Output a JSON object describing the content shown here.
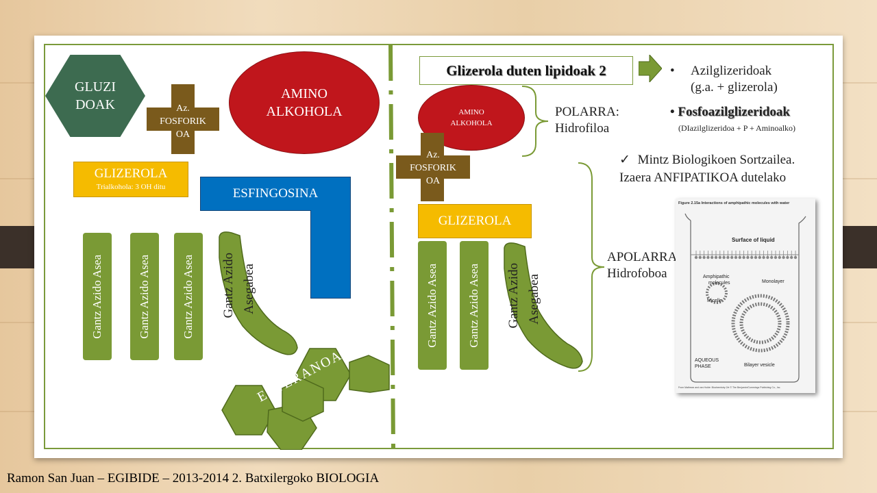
{
  "left": {
    "gluzidoak_l1": "GLUZI",
    "gluzidoak_l2": "DOAK",
    "az_fosforikoa_l1": "Az.",
    "az_fosforikoa_l2": "FOSFORIK",
    "az_fosforikoa_l3": "OA",
    "amino_alkohola_l1": "AMINO",
    "amino_alkohola_l2": "ALKOHOLA",
    "glizerola": "GLIZEROLA",
    "glizerola_sub": "Trialkohola: 3 OH ditu",
    "esfingosina": "ESFINGOSINA",
    "fatty_saturated": "Gantz Azido Asea",
    "fatty_unsat_l1": "Gantz Azido",
    "fatty_unsat_l2": "Asegabea",
    "esteranoa": "ESTERANOA"
  },
  "right": {
    "title": "Glizerola duten lipidoak 2",
    "amino_alkohola_l1": "AMINO",
    "amino_alkohola_l2": "ALKOHOLA",
    "az_fosforikoa_l1": "Az.",
    "az_fosforikoa_l2": "FOSFORIK",
    "az_fosforikoa_l3": "OA",
    "glizerola": "GLIZEROLA",
    "fatty_saturated": "Gantz Azido Asea",
    "fatty_unsat_l1": "Gantz Azido",
    "fatty_unsat_l2": "Asegabea",
    "polarra_l1": "POLARRA:",
    "polarra_l2": "Hidrofiloa",
    "apolarra_l1": "APOLARRA:",
    "apolarra_l2": "Hidrofoboa",
    "bullet1_l1": "Azilglizeridoak",
    "bullet1_l2": "(g.a. + glizerola)",
    "bullet2": "Fosfoazilglizeridoak",
    "bullet2_sub": "(DIazilglizeridoa + P + Aminoalko)",
    "check_l1": "Mintz Biologikoen Sortzailea.",
    "check_l2": "Izaera ANFIPATIKOA dutelako"
  },
  "figure": {
    "caption": "Figure 2.15a  Interactions of amphipathic molecules with water",
    "surface": "Surface of liquid",
    "amphipathic_l1": "Amphipathic",
    "amphipathic_l2": "molecules",
    "monolayer": "Monolayer",
    "micelle": "Micelle",
    "aqueous_l1": "AQUEOUS",
    "aqueous_l2": "PHASE",
    "bilayer": "Bilayer vesicle",
    "credit": "From Mathews and van Holde: Biochemistry 2/e © The Benjamin/Cummings Publishing Co., Inc."
  },
  "footer": "Ramon San Juan – EGIBIDE – 2013-2014 2. Batxilergoko BIOLOGIA",
  "colors": {
    "green_dark": "#3d6b50",
    "olive": "#7a9a35",
    "brown": "#7a5a1c",
    "red": "#c0161c",
    "yellow": "#f5bb00",
    "blue": "#0070c0"
  }
}
